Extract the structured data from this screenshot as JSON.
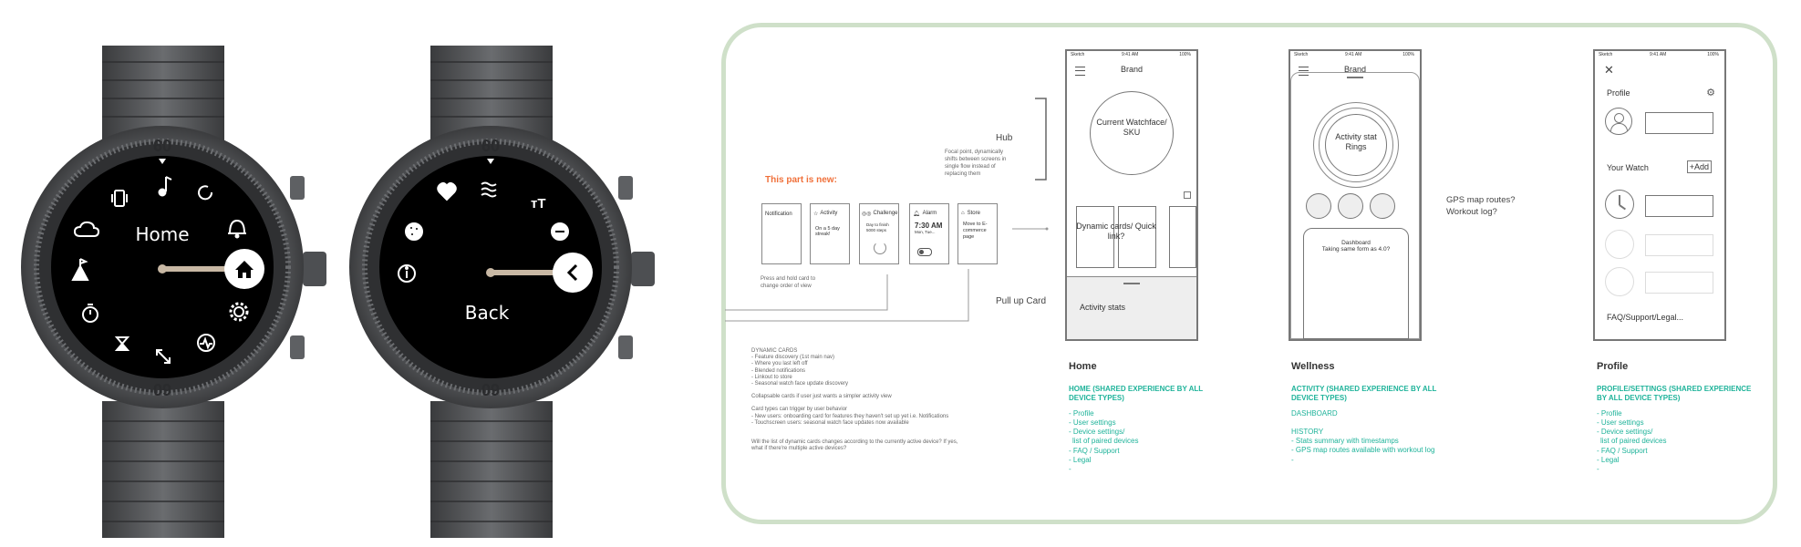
{
  "watches": [
    {
      "center_text": "Home",
      "action_icon": "home-icon",
      "bezel_numbers": [
        "60",
        "60"
      ],
      "icons": [
        "music-note-icon",
        "circle-icon",
        "bell-icon",
        "gear-icon",
        "activity-wave-icon",
        "expand-arrows-icon",
        "hourglass-icon",
        "stopwatch-icon",
        "mountain-flag-icon",
        "cloud-icon",
        "phone-vibrate-icon"
      ]
    },
    {
      "center_text": "Back",
      "action_icon": "chevron-left-icon",
      "bezel_numbers": [
        "60",
        "60"
      ],
      "icons": [
        "waves-icon",
        "text-size-icon",
        "minus-circle-icon",
        "heart-icon",
        "color-palette-icon",
        "info-icon"
      ]
    }
  ],
  "wireframe": {
    "new_part_label": "This part is new:",
    "hub_label": "Hub",
    "focal_note": "Focal point, dynamically shifts between screens in single flow instead of replacing them",
    "pull_up_label": "Pull up Card",
    "press_hold_note": "Press and hold card to change order of view",
    "cards": [
      {
        "title": "Notification",
        "body": "",
        "icon": ""
      },
      {
        "title": "Activity",
        "body": "On a 5 day streak!",
        "icon": "star-icon"
      },
      {
        "title": "Challenge",
        "body": "Day to finish 5000 steps",
        "icon": "challenge-icon"
      },
      {
        "title": "Alarm",
        "body": "7:30 AM",
        "sub": "Mon, Tue...",
        "icon": "bell-icon"
      },
      {
        "title": "Store",
        "body": "Move to E-commerce page",
        "icon": "store-icon"
      }
    ],
    "dynamic_cards_notes": [
      "DYNAMIC CARDS",
      "- Feature discovery (1st main nav)",
      "- Where you last left off",
      "- Blended notifications",
      "- Linkout to store",
      "- Seasonal watch face update discovery",
      "",
      "Collapsable cards if user just wants a simpler activity view",
      "",
      "Card types can trigger by user behavior",
      "- New users: onboarding card for features they haven't set up yet i.e. Notifications",
      "- Touchscreen users: seasonal watch face updates now available",
      "",
      "",
      "Will the list of dynamic cards changes according to the currently active device? If yes,",
      "what if there're multiple active devices?"
    ],
    "status_bar": {
      "carrier": "Sketch",
      "time": "9:41 AM",
      "battery": "100%"
    },
    "home_screen": {
      "brand": "Brand",
      "current_watch": "Current Watchface/ SKU",
      "dynamic_cards": "Dynamic cards/ Quick link?",
      "activity_stats": "Activity stats"
    },
    "wellness_screen": {
      "brand": "Brand",
      "rings": "Activity stat Rings",
      "dashboard": "Dashboard",
      "dashboard_sub": "Taking same form as 4.0?"
    },
    "gps_question": "GPS map routes? Workout log?",
    "profile_screen": {
      "profile": "Profile",
      "your_watch": "Your Watch",
      "add": "+Add",
      "faq": "FAQ/Support/Legal..."
    },
    "sections": [
      {
        "title": "Home",
        "subtitle": "HOME (SHARED EXPERIENCE BY ALL DEVICE TYPES)",
        "items": [
          "- Profile",
          "- User settings",
          "- Device settings/",
          "  list of paired devices",
          "- FAQ / Support",
          "- Legal",
          "-"
        ]
      },
      {
        "title": "Wellness",
        "subtitle": "ACTIVITY (SHARED EXPERIENCE BY ALL DEVICE TYPES)",
        "items": [
          "DASHBOARD",
          "",
          "HISTORY",
          "- Stats summary with timestamps",
          "- GPS map routes available with workout log",
          "-"
        ]
      },
      {
        "title": "Profile",
        "subtitle": "PROFILE/SETTINGS (SHARED EXPERIENCE BY ALL DEVICE TYPES)",
        "items": [
          "- Profile",
          "- User settings",
          "- Device settings/",
          "  list of paired devices",
          "- FAQ / Support",
          "- Legal",
          "-"
        ]
      }
    ]
  }
}
